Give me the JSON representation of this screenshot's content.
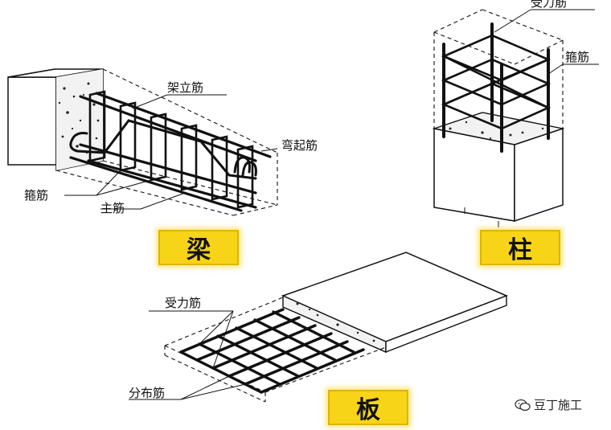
{
  "beam": {
    "badge": "梁",
    "labels": {
      "erecting_bar": "架立筋",
      "bent_up_bar": "弯起筋",
      "stirrup": "箍筋",
      "main_bar": "主筋"
    }
  },
  "column": {
    "badge": "柱",
    "labels": {
      "stressed_bar": "受力筋",
      "stirrup": "箍筋"
    }
  },
  "slab": {
    "badge": "板",
    "labels": {
      "stressed_bar": "受力筋",
      "distribution_bar": "分布筋"
    }
  },
  "watermark": {
    "icon": "wechat-icon",
    "text": "豆丁施工"
  }
}
